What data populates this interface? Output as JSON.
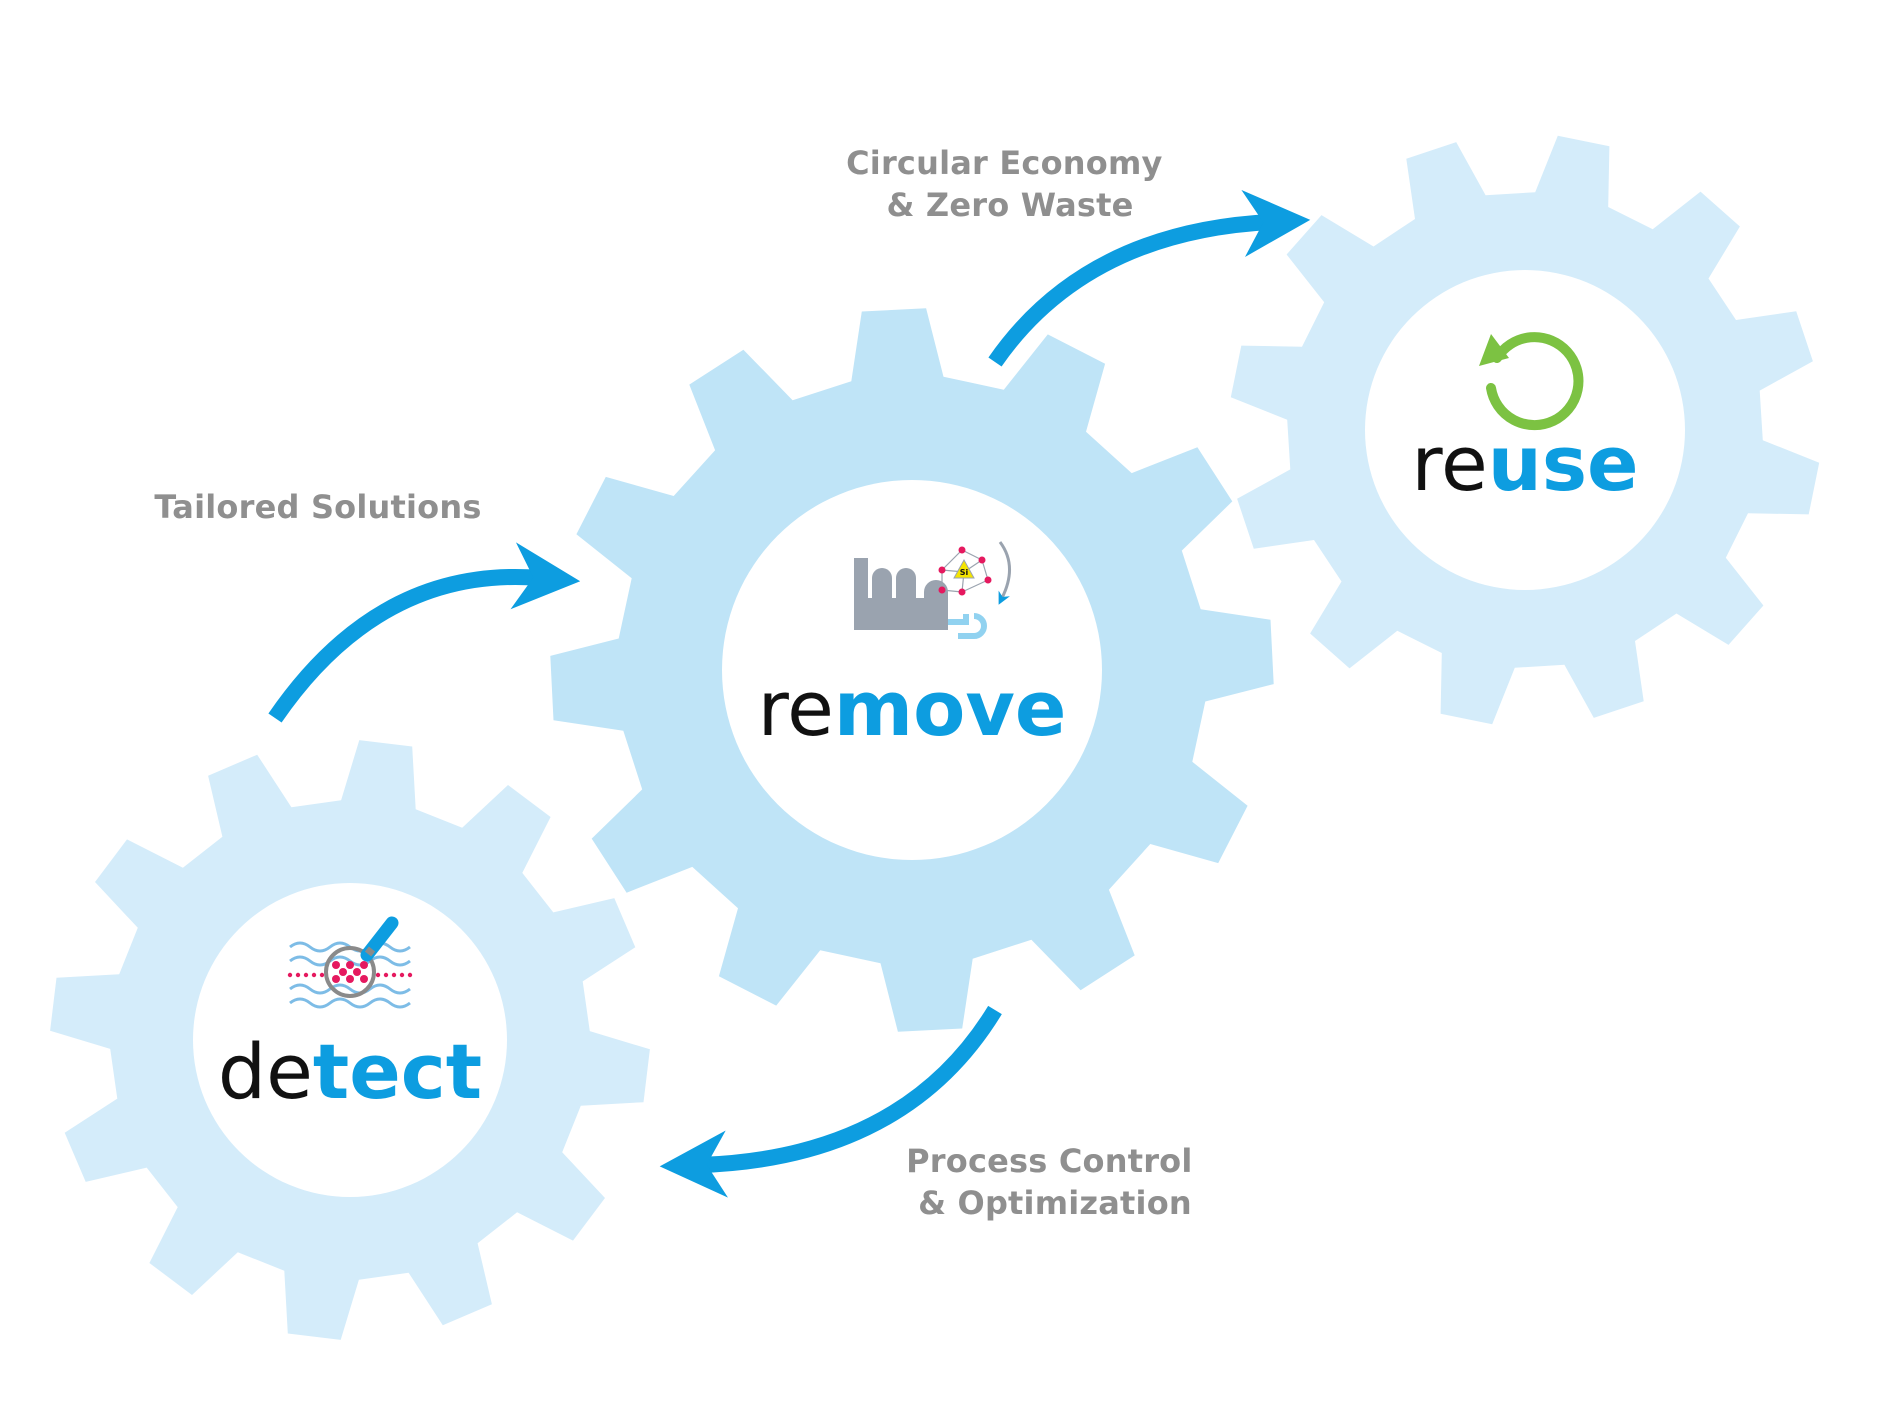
{
  "colors": {
    "gear_light": "#d4ecfa",
    "gear_mid": "#bfe4f7",
    "gear_center": "#ffffff",
    "arrow": "#0d9de0",
    "label_gray": "#8f8f8f",
    "text_black": "#111111",
    "text_blue": "#0d9de0",
    "recycle_green": "#7cc242",
    "factory_gray": "#9aa3af",
    "pink": "#e5195f",
    "wave_blue": "#7dbce6",
    "molecule_yellow": "#f4e400",
    "molecule_red": "#e5195f"
  },
  "gears": {
    "detect": {
      "prefix": "de",
      "suffix": "tect",
      "icon": "water-magnifier-icon"
    },
    "remove": {
      "prefix": "re",
      "suffix": "move",
      "icon": "factory-molecule-icon",
      "molecule_label": "Si"
    },
    "reuse": {
      "prefix": "re",
      "suffix": "use",
      "icon": "recycle-icon"
    }
  },
  "flows": {
    "tailored": {
      "lines": [
        "Tailored Solutions"
      ]
    },
    "circular": {
      "lines": [
        "Circular Economy",
        "& Zero Waste"
      ]
    },
    "process": {
      "lines": [
        "Process Control",
        "& Optimization"
      ]
    }
  }
}
